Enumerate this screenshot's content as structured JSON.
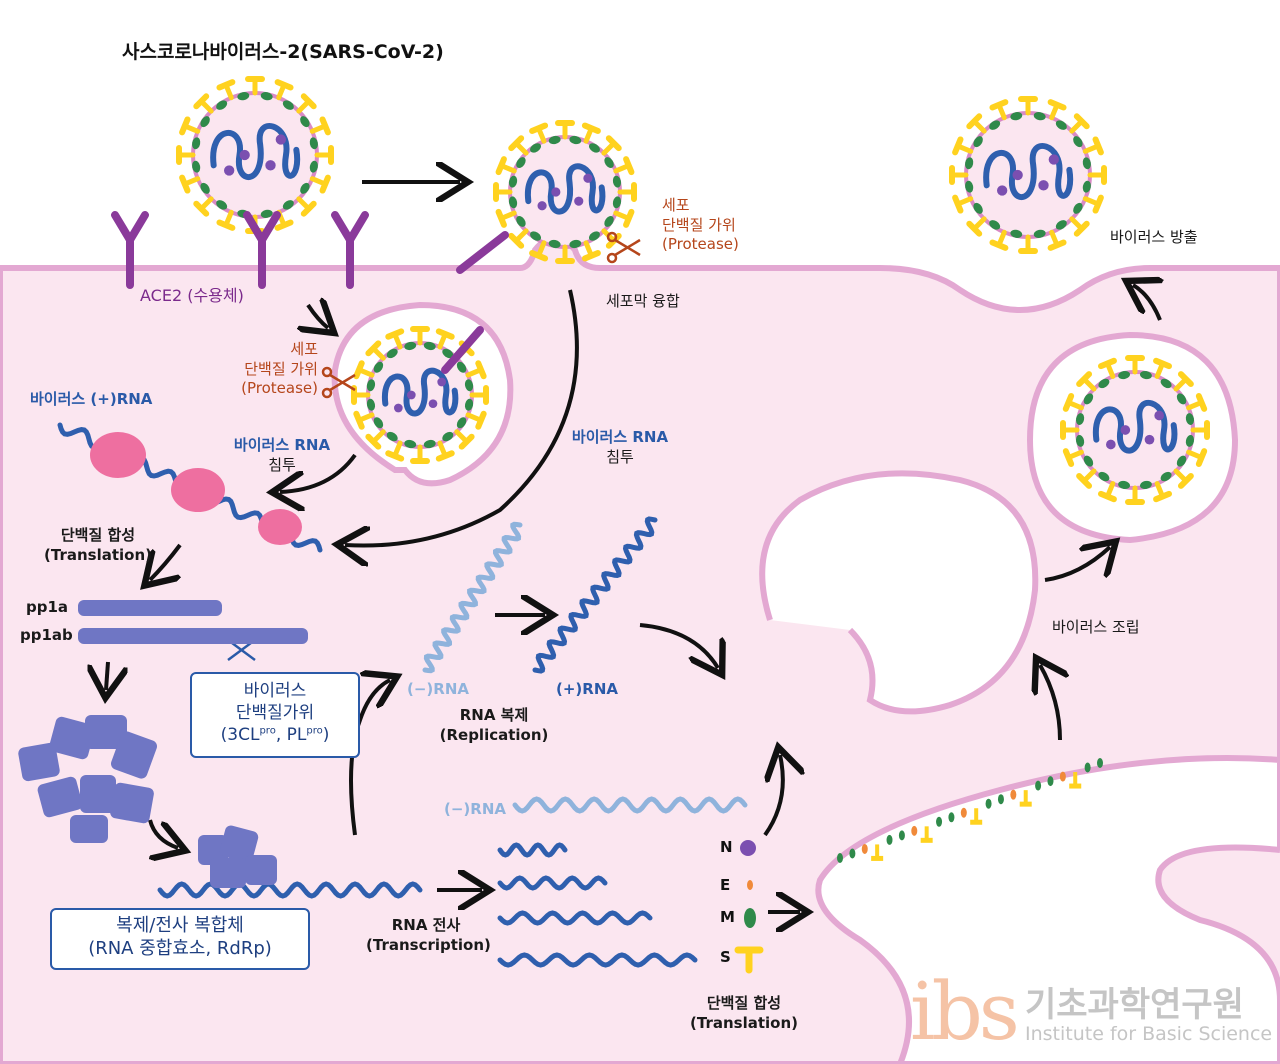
{
  "title": "사스코로나바이러스-2(SARS-CoV-2)",
  "receptor": "ACE2 (수용체)",
  "protease_top": {
    "line1": "세포",
    "line2": "단백질 가위",
    "line3": "(Protease)"
  },
  "protease_mid": {
    "line1": "세포",
    "line2": "단백질 가위",
    "line3": "(Protease)"
  },
  "membrane_fusion": "세포막 융합",
  "release": "바이러스 방출",
  "viral_plus_rna": "바이러스 (+)RNA",
  "rna_entry_left": {
    "line1": "바이러스 RNA",
    "line2": "침투"
  },
  "rna_entry_right": {
    "line1": "바이러스 RNA",
    "line2": "침투"
  },
  "translation_top": {
    "line1": "단백질 합성",
    "line2": "(Translation)"
  },
  "pp1a": "pp1a",
  "pp1ab": "pp1ab",
  "viral_protease_box": {
    "line1": "바이러스",
    "line2": "단백질가위",
    "line3_a": "(3CL",
    "sup1": "pro",
    "line3_b": ", PL",
    "sup2": "pro",
    "line3_c": ")"
  },
  "minus_rna": "(−)RNA",
  "plus_rna": "(+)RNA",
  "replication": {
    "line1": "RNA 복제",
    "line2": "(Replication)"
  },
  "minus_rna_2": "(−)RNA",
  "rtc_box": {
    "line1": "복제/전사 복합체",
    "line2": "(RNA 중합효소, RdRp)"
  },
  "transcription": {
    "line1": "RNA 전사",
    "line2": "(Transcription)"
  },
  "legend": {
    "n": "N",
    "e": "E",
    "m": "M",
    "s": "S"
  },
  "translation_bottom": {
    "line1": "단백질 합성",
    "line2": "(Translation)"
  },
  "assembly": "바이러스 조립",
  "logo": {
    "mark": "ibs",
    "kor": "기초과학연구원",
    "eng": "Institute for Basic Science"
  },
  "colors": {
    "cytoplasm": "#fbe6f0",
    "membrane": "#e0a6d0",
    "spike": "#ffd21f",
    "m_protein": "#2f8a4a",
    "rna_dark": "#2f5fae",
    "rna_light": "#8fb3dc",
    "ribosome": "#ee6fa0",
    "polyprotein": "#6f76c4",
    "receptor": "#8a3a9a",
    "protease": "#b5461b"
  }
}
